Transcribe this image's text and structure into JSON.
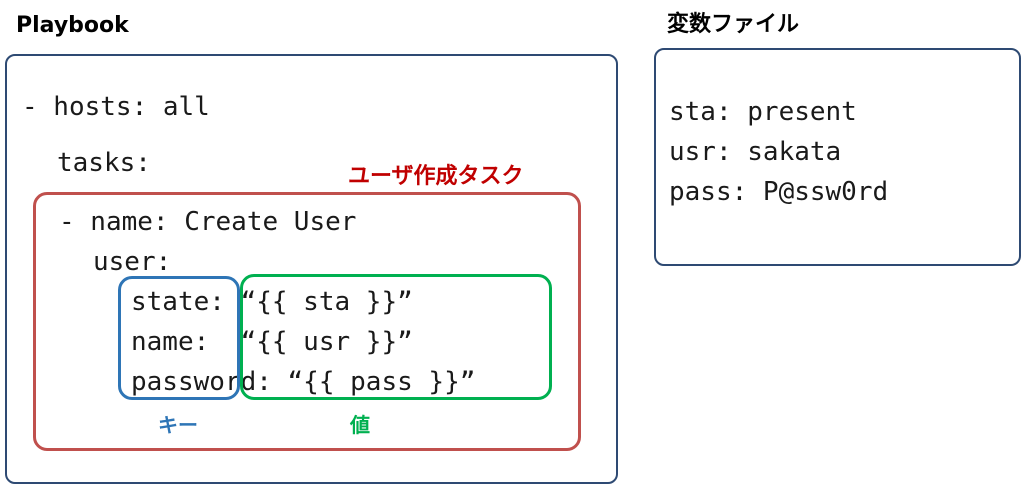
{
  "playbook": {
    "title": "Playbook",
    "lines": [
      "- hosts: all",
      "tasks:",
      "- name: Create User",
      "user:",
      "state: “{{ sta }}”",
      "name:  “{{ usr }}”",
      "password: “{{ pass }}”"
    ]
  },
  "annotations": {
    "task_label": "ユーザ作成タスク",
    "key_label": "キー",
    "value_label": "値"
  },
  "vars_file": {
    "title": "変数ファイル",
    "lines": [
      "sta: present",
      "usr: sakata",
      "pass: P@ssw0rd"
    ]
  },
  "colors": {
    "panel_border": "#2e4a73",
    "task_frame": "#c0504d",
    "task_label": "#c00000",
    "key_frame": "#2e75b6",
    "value_frame": "#00b050"
  }
}
